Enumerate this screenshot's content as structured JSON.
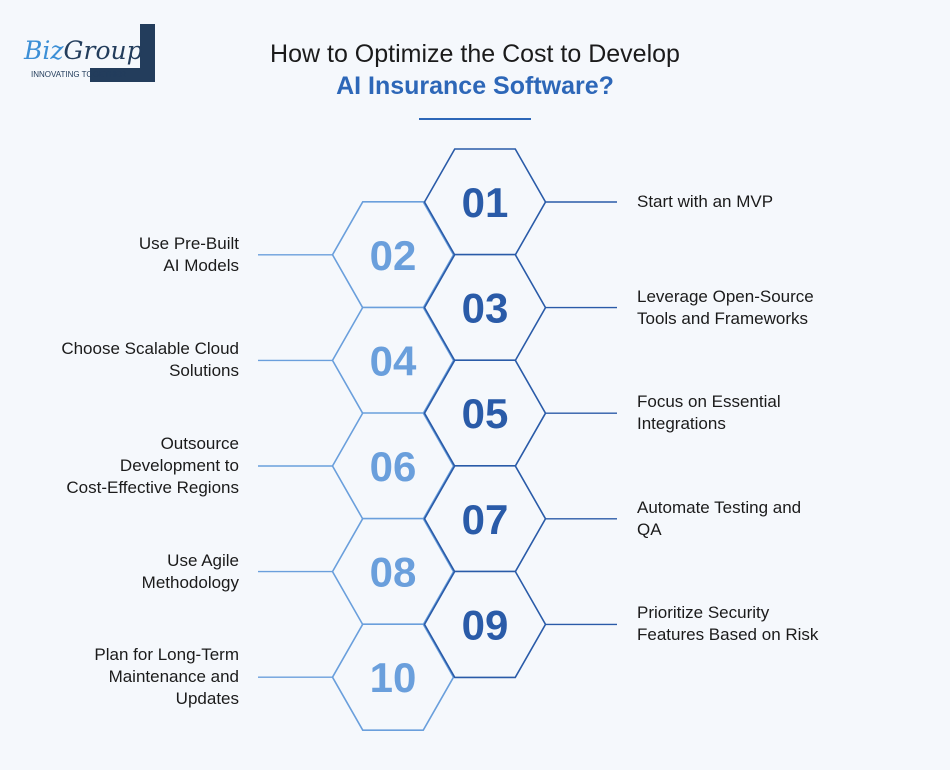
{
  "logo": {
    "brand": "BizGroup",
    "tagline": "INNOVATING TOGETHER"
  },
  "title": {
    "line1": "How to Optimize the Cost to Develop",
    "line2": "AI Insurance Software?"
  },
  "colors": {
    "odd": "#2a5ba8",
    "even": "#6a9fdc",
    "accent": "#2d67b8"
  },
  "steps": [
    {
      "num": "01",
      "text": "Start with an MVP"
    },
    {
      "num": "02",
      "text": "Use Pre-Built AI Models"
    },
    {
      "num": "03",
      "text": "Leverage Open-Source Tools and Frameworks"
    },
    {
      "num": "04",
      "text": "Choose Scalable Cloud Solutions"
    },
    {
      "num": "05",
      "text": "Focus on Essential Integrations"
    },
    {
      "num": "06",
      "text": "Outsource Development to Cost-Effective Regions"
    },
    {
      "num": "07",
      "text": "Automate Testing and QA"
    },
    {
      "num": "08",
      "text": "Use Agile Methodology"
    },
    {
      "num": "09",
      "text": "Prioritize Security Features Based on Risk"
    },
    {
      "num": "10",
      "text": "Plan for Long-Term Maintenance and Updates"
    }
  ]
}
